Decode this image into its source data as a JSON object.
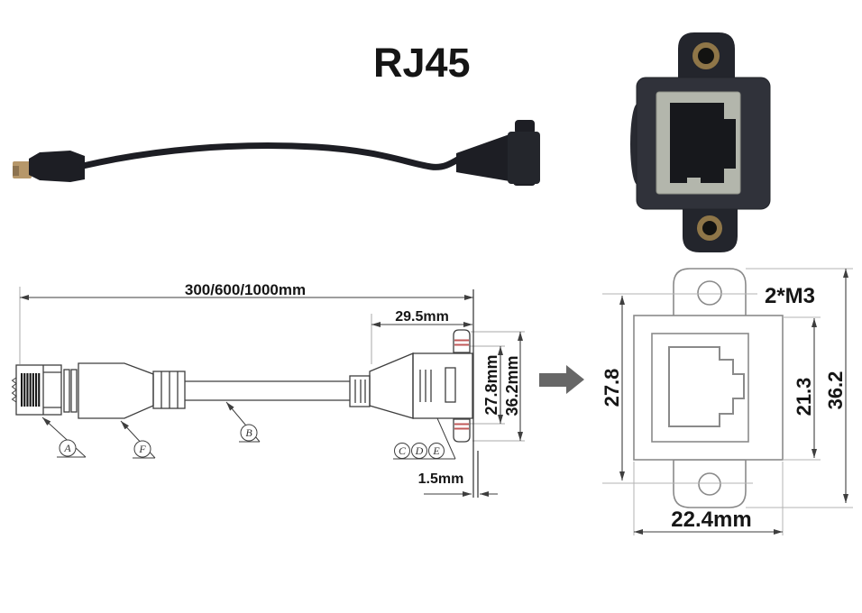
{
  "title": "RJ45",
  "side_drawing": {
    "total_length_label": "300/600/1000mm",
    "connector_length_label": "29.5mm",
    "hole_spacing_label": "27.8mm",
    "overall_height_label": "36.2mm",
    "flange_thickness_label": "1.5mm",
    "callouts": {
      "a": "A",
      "f": "F",
      "b": "B",
      "c": "C",
      "d": "D",
      "e": "E"
    }
  },
  "front_drawing": {
    "screw_spec_label": "2*M3",
    "hole_spacing_label": "27.8",
    "body_height_label": "21.3",
    "overall_height_label": "36.2",
    "body_width_label": "22.4mm"
  },
  "colors": {
    "drawing_line": "#3e3e3e",
    "front_line": "#8a8a8a",
    "extension_line": "#a8a8a8",
    "red_accent": "#c05858",
    "transition_arrow": "#676767",
    "photo_black": "#1d1e24",
    "connector_body": "#30323a",
    "metal_frame": "#b3b6ac",
    "brass_hole": "#8f7648",
    "plug_tip_tan": "#b6976a"
  }
}
